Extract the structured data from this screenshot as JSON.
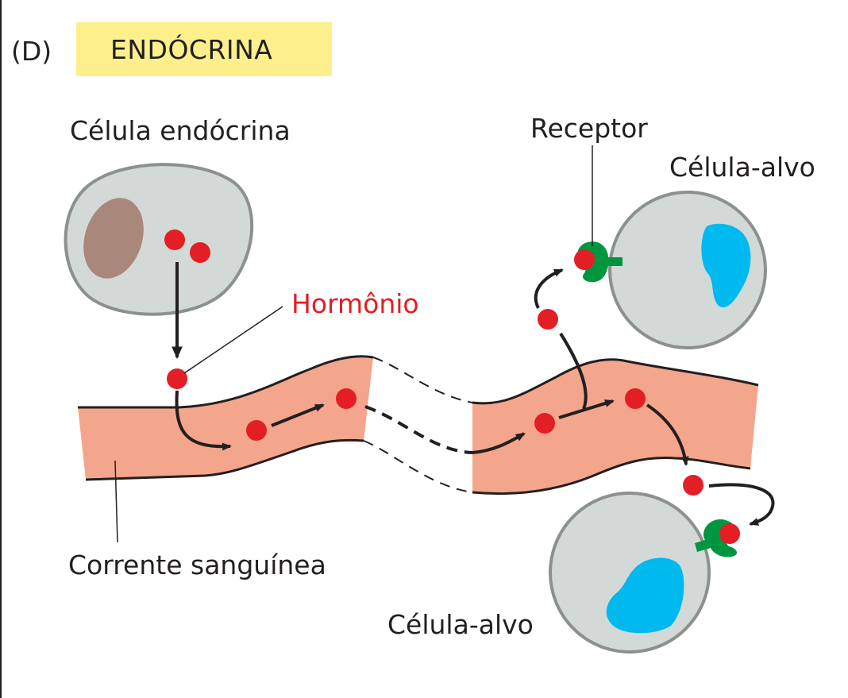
{
  "panel": {
    "letter": "(D)",
    "title": "ENDÓCRINA"
  },
  "labels": {
    "endocrine_cell": "Célula endócrina",
    "hormone": "Hormônio",
    "receptor": "Receptor",
    "target_cell_top": "Célula-alvo",
    "target_cell_bottom": "Célula-alvo",
    "bloodstream": "Corrente sanguínea"
  },
  "colors": {
    "title_highlight": "#fdf08c",
    "hormone": "#e31e24",
    "cell_fill": "#d3d9d7",
    "cell_outline": "#8c908f",
    "endocrine_nucleus": "#a9877a",
    "target_nucleus": "#00b9ee",
    "bloodstream": "#f4a68c",
    "receptor": "#00963f",
    "line": "#231f20"
  }
}
